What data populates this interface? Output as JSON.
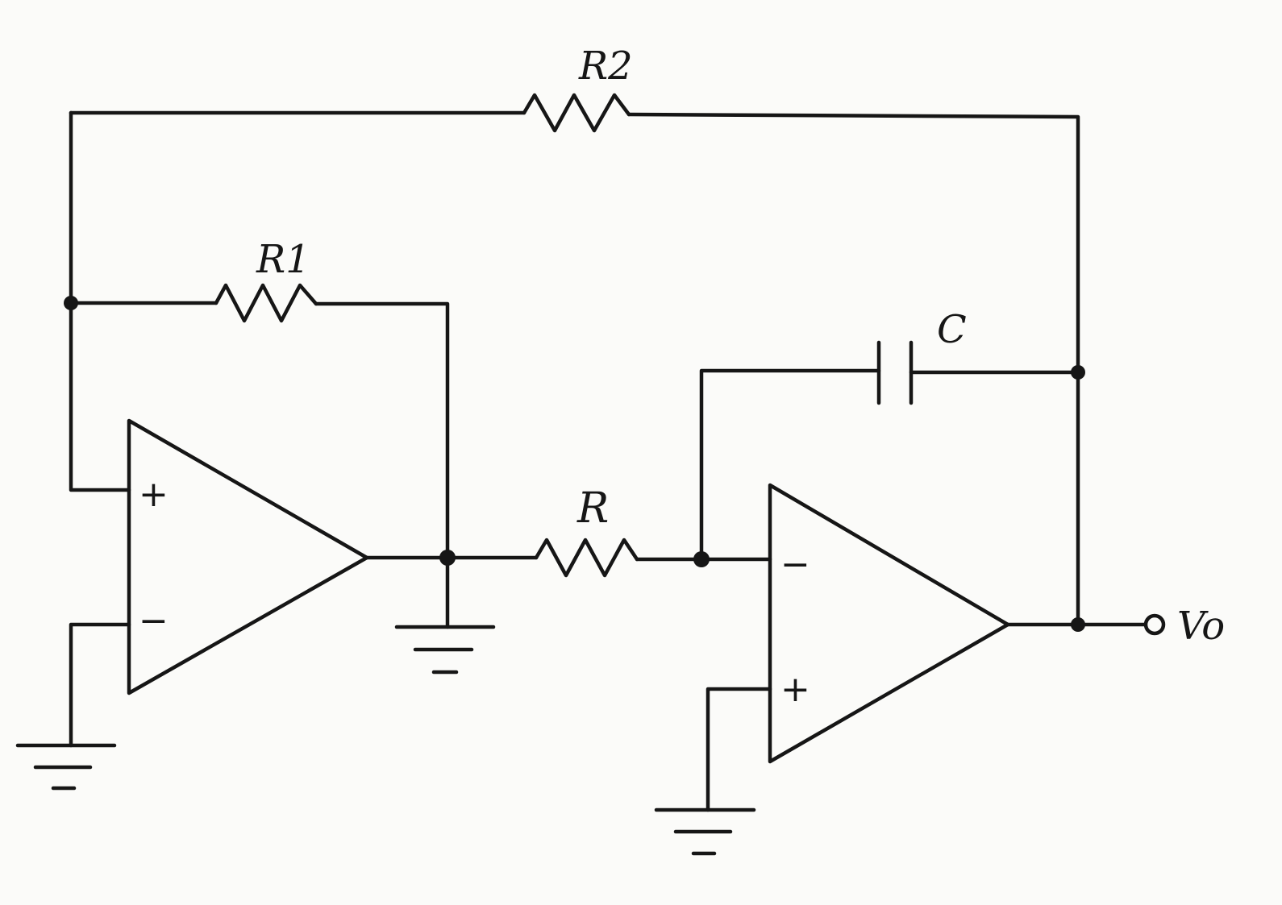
{
  "diagram": {
    "labels": {
      "r1": "R1",
      "r2": "R2",
      "r": "R",
      "c": "C",
      "vo": "Vo"
    },
    "opamp1": {
      "plus": "+",
      "minus": "−"
    },
    "opamp2": {
      "minus": "−",
      "plus": "+"
    }
  }
}
